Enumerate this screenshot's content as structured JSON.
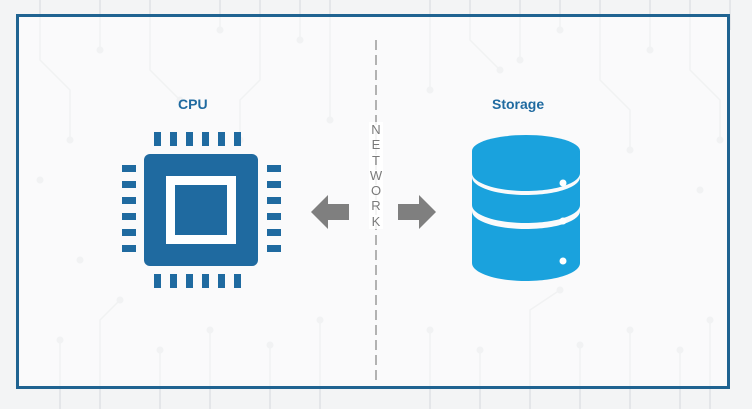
{
  "diagram": {
    "left_node": {
      "label": "CPU",
      "icon": "cpu-chip-icon"
    },
    "right_node": {
      "label": "Storage",
      "icon": "database-icon"
    },
    "divider": {
      "label": "NETWORK"
    },
    "arrows": [
      "arrow-left-icon",
      "arrow-right-icon"
    ]
  },
  "colors": {
    "frame": "#1f6391",
    "cpu": "#1f6aa0",
    "storage": "#1aa2dd",
    "arrow": "#7f7f7f",
    "label": "#1f6aa0"
  }
}
